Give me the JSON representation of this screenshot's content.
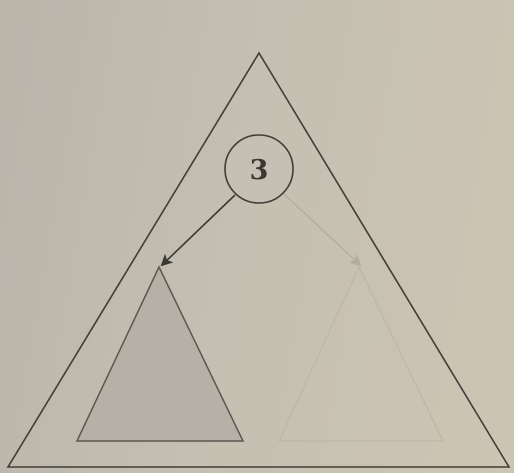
{
  "diagram": {
    "root_node": {
      "label": "3"
    },
    "left_subtree": {
      "state": "active"
    },
    "right_subtree": {
      "state": "faded"
    },
    "colors": {
      "background": "#c4bfb2",
      "outline": "#3f3d38",
      "left_subtree_fill": "#b6b1a6",
      "left_subtree_stroke": "#5a5750",
      "faded_stroke": "#bdb7a9",
      "arrow_active": "#3a3833",
      "arrow_faded": "#b3ad9f"
    }
  }
}
